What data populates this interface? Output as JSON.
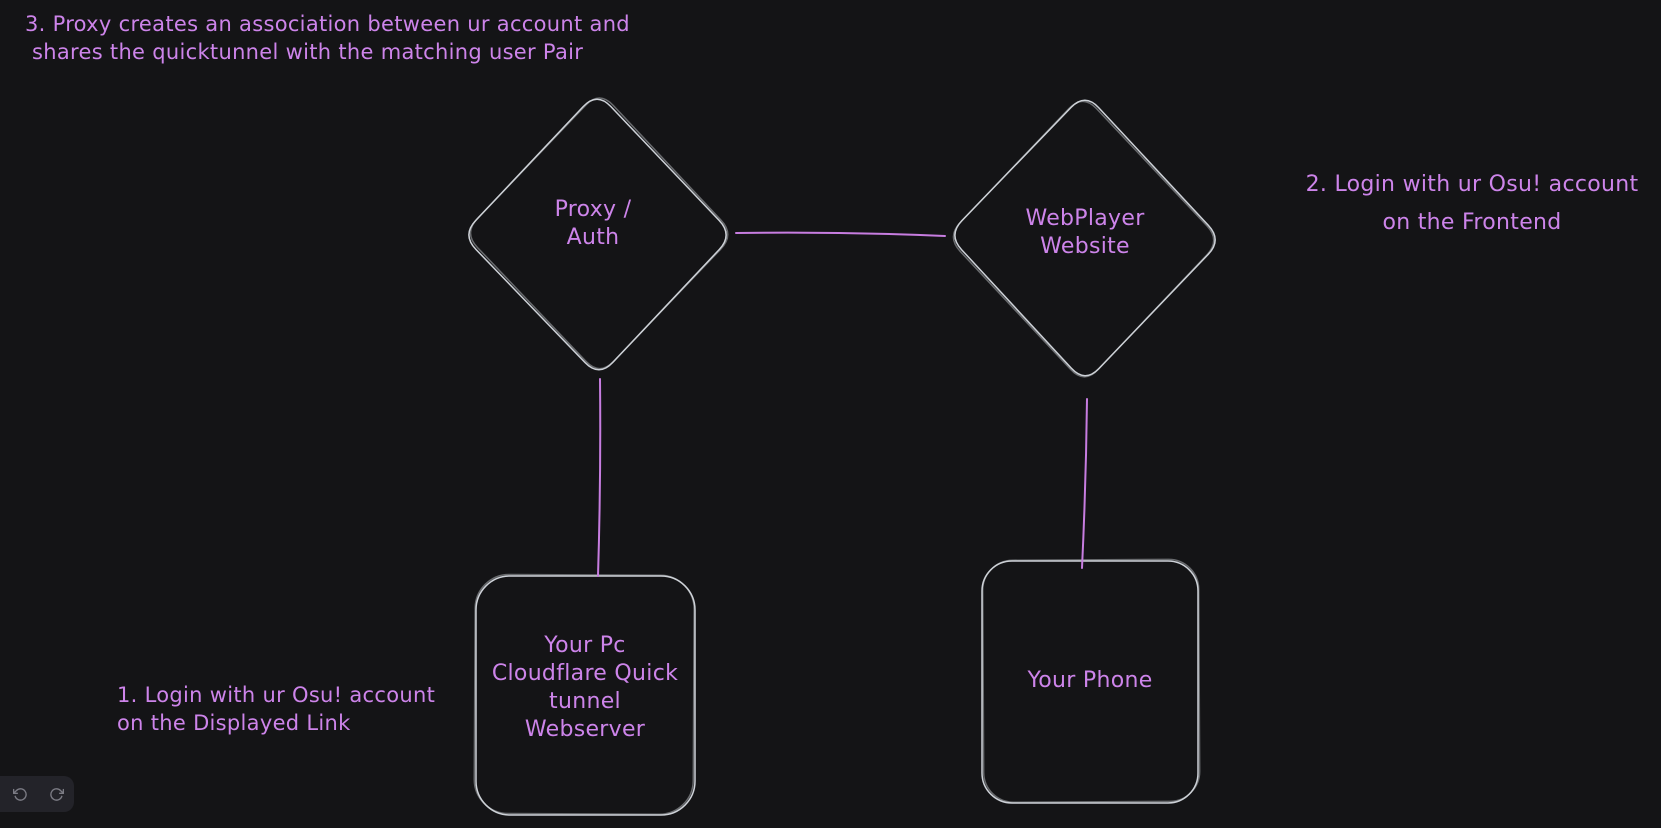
{
  "app": {
    "canvas_background": "#141416"
  },
  "colors": {
    "accent_purple": "#c77de0",
    "shape_stroke": "#ced2d8",
    "toolbar_background": "#232329",
    "toolbar_icon": "#7b7b84"
  },
  "annotations": {
    "step3": "3. Proxy creates an association between ur account and\n shares the quicktunnel with the matching user Pair",
    "step2": "2. Login with ur Osu! account\non the Frontend",
    "step1": "1. Login with ur Osu! account\non the Displayed Link"
  },
  "shapes": {
    "proxy_auth": {
      "type": "diamond",
      "label": "Proxy /\nAuth"
    },
    "webplayer": {
      "type": "diamond",
      "label": "WebPlayer\nWebsite"
    },
    "pc": {
      "type": "rectangle",
      "label": "Your Pc\nCloudflare Quick\ntunnel\nWebserver"
    },
    "phone": {
      "type": "rectangle",
      "label": "Your Phone"
    }
  },
  "toolbar": {
    "undo_icon": "undo-arrow",
    "redo_icon": "redo-arrow"
  }
}
